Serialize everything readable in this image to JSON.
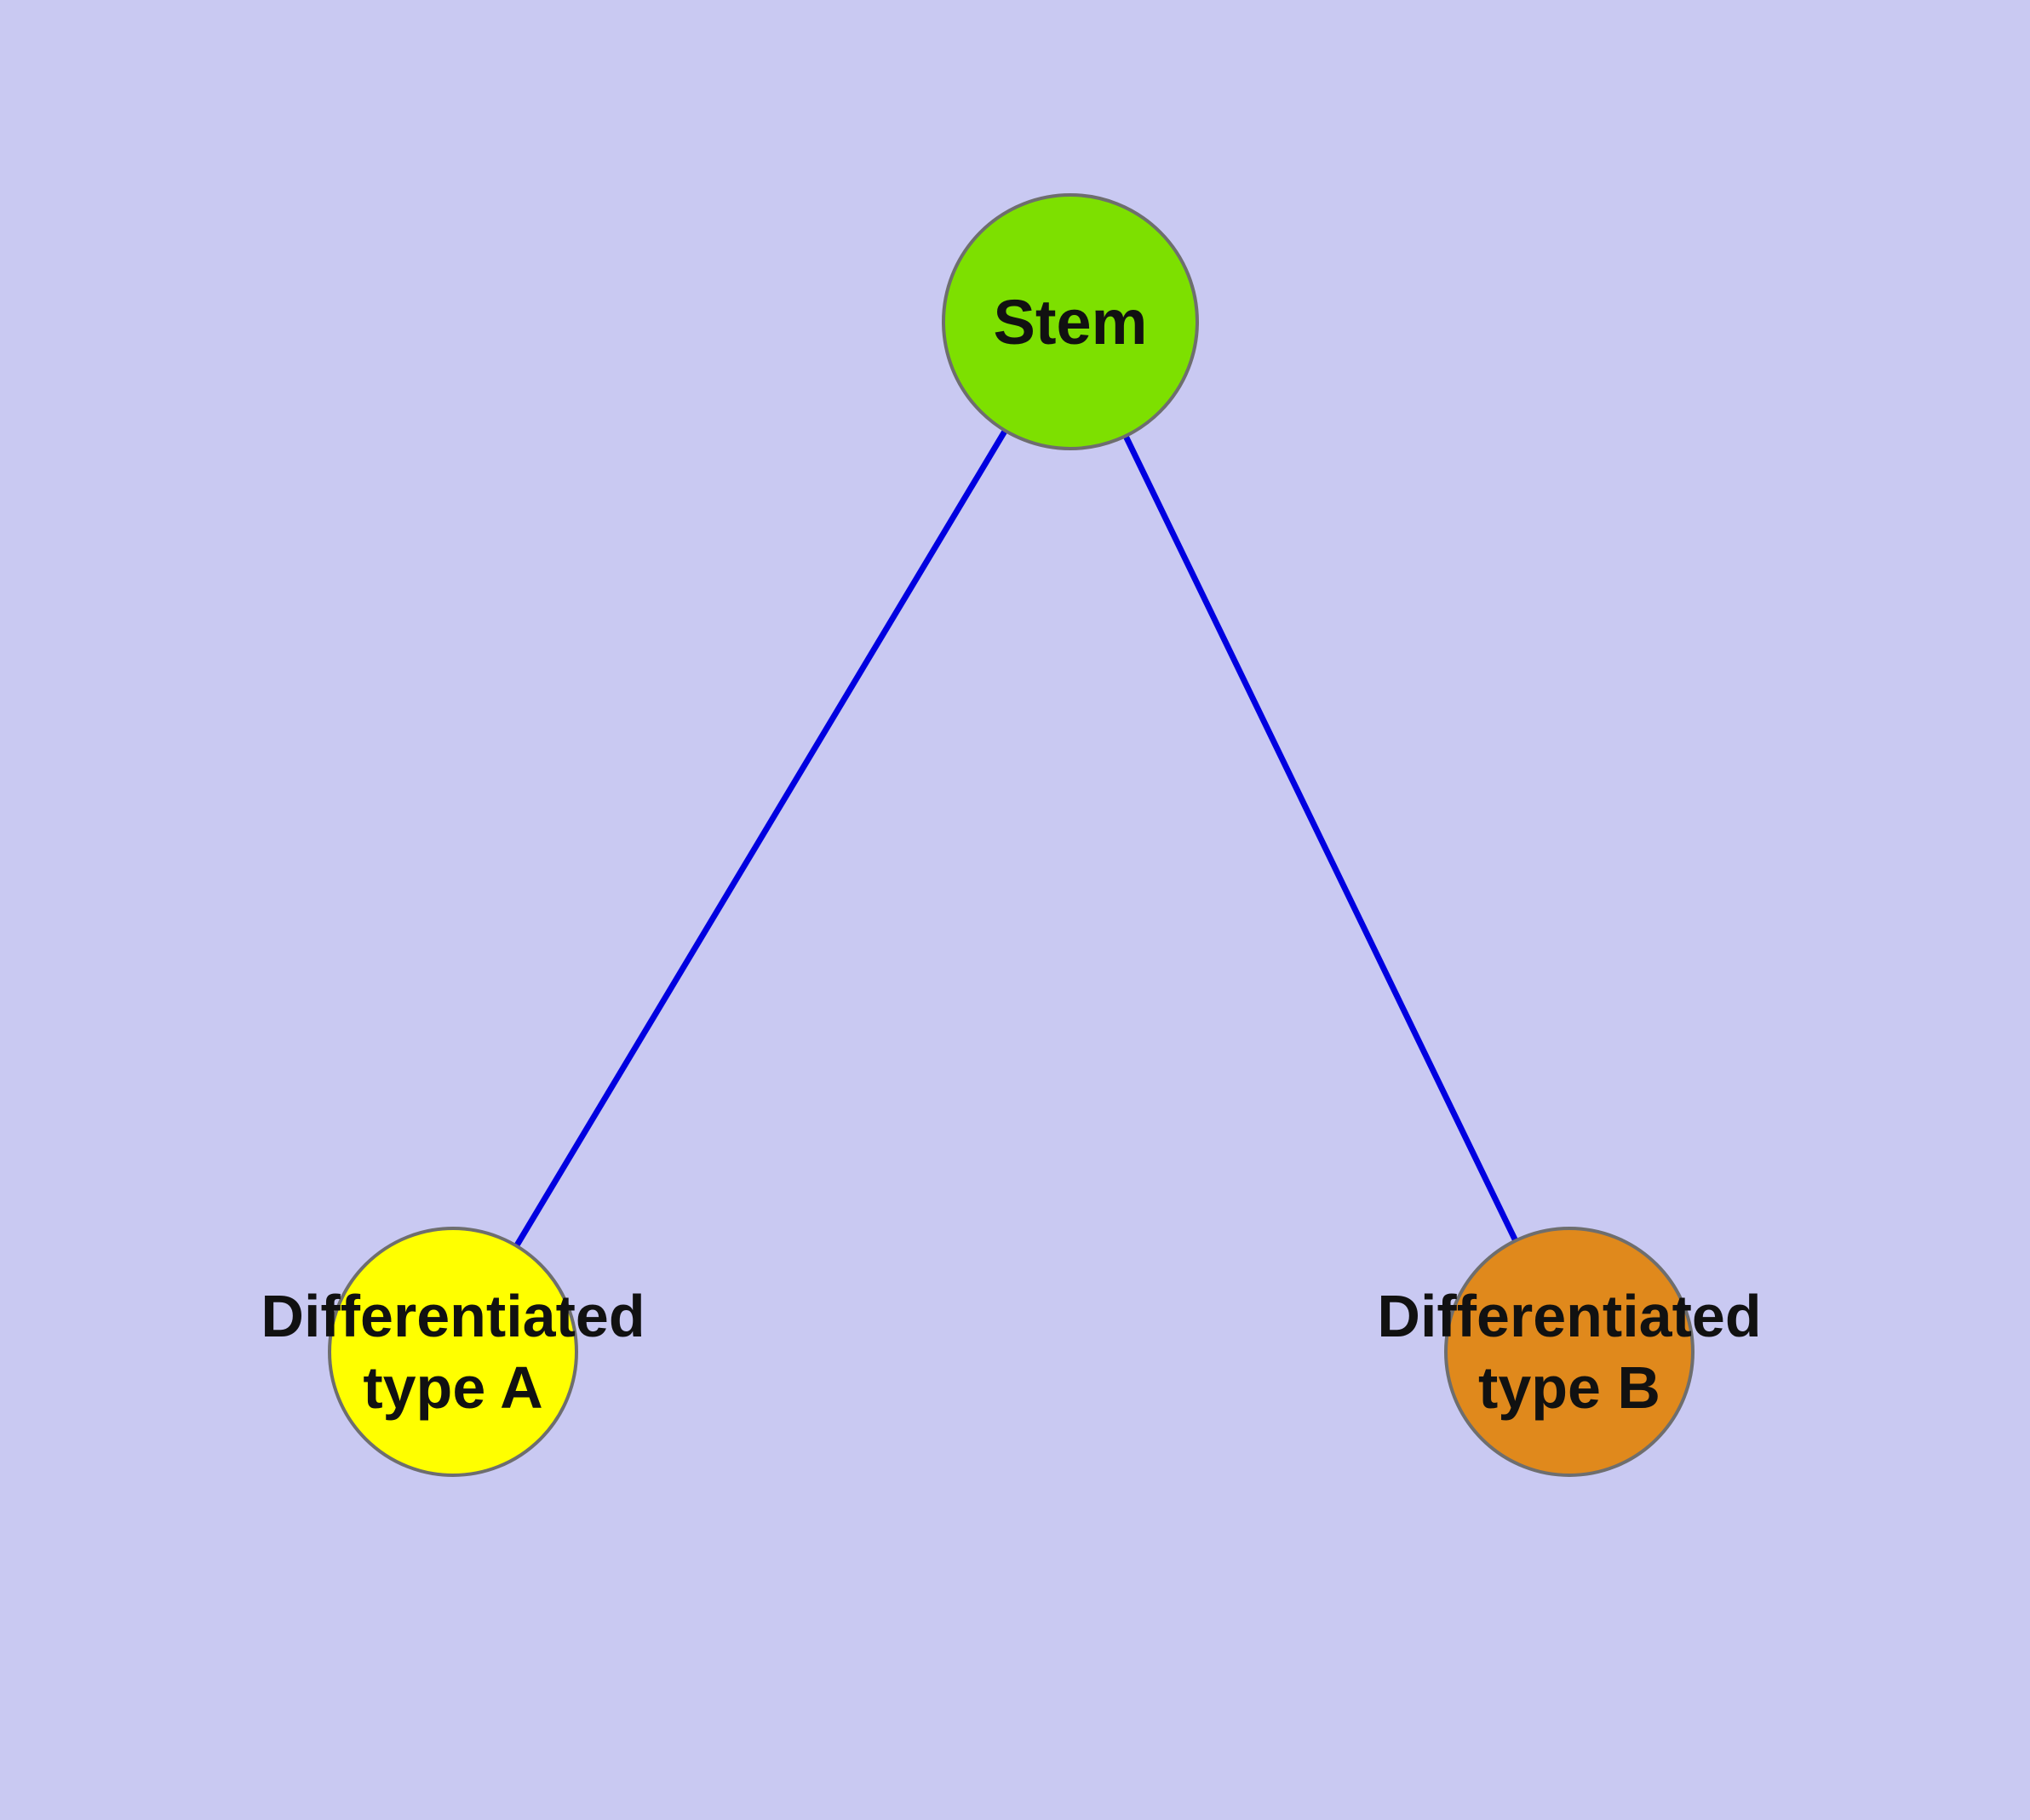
{
  "diagram": {
    "background_color": "#c9c9f2",
    "edge_color": "#0000e0",
    "node_border_color": "#6e6e6e",
    "nodes": [
      {
        "id": "stem",
        "label": "Stem",
        "fill": "#7de000"
      },
      {
        "id": "differentiated-type-a",
        "label": "Differentiated type A",
        "label_line1": "Differentiated",
        "label_line2": "type A",
        "fill": "#ffff00"
      },
      {
        "id": "differentiated-type-b",
        "label": "Differentiated type B",
        "label_line1": "Differentiated",
        "label_line2": "type B",
        "fill": "#e0891c"
      }
    ],
    "edges": [
      {
        "from": "stem",
        "to": "differentiated-type-a"
      },
      {
        "from": "stem",
        "to": "differentiated-type-b"
      }
    ]
  }
}
